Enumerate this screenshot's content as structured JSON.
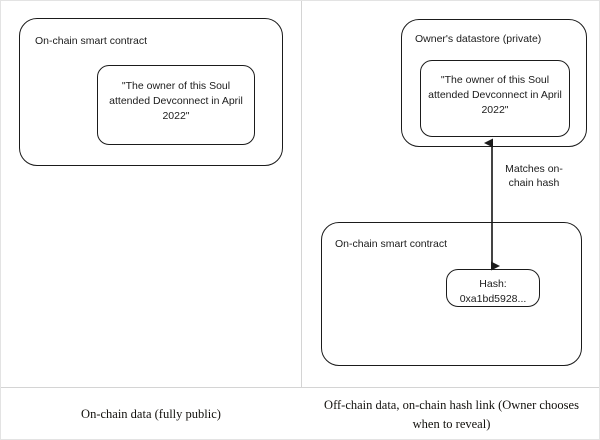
{
  "figure": {
    "title": "On-chain vs off-chain Soul data diagram",
    "stroke_color": "#1b1b1b",
    "divider_color": "#d4d4d4",
    "background": "#ffffff"
  },
  "left_panel": {
    "contract_box_label": "On-chain smart contract",
    "claim_text": "\"The owner of this Soul attended Devconnect in April 2022\"",
    "caption": "On-chain data (fully public)"
  },
  "right_panel": {
    "datastore_box_label": "Owner's datastore (private)",
    "claim_text": "\"The owner of this Soul attended Devconnect in April 2022\"",
    "contract_box_label": "On-chain smart contract",
    "hash_text": "Hash: 0xa1bd5928...",
    "arrow_label": "Matches on-chain hash",
    "caption": "Off-chain data, on-chain hash link (Owner chooses when to reveal)"
  }
}
